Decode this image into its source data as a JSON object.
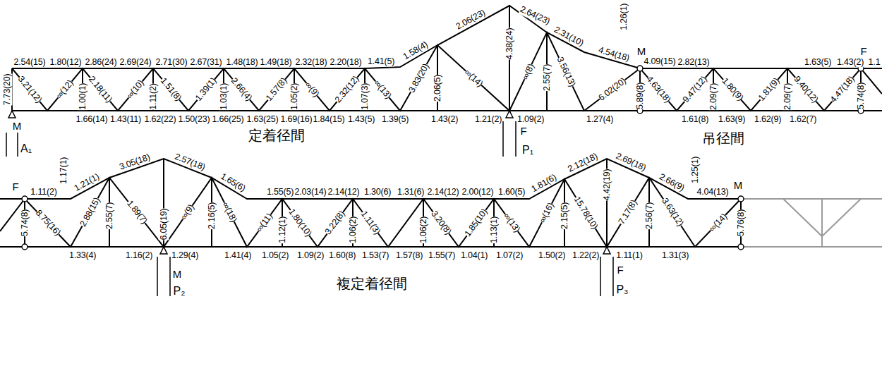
{
  "diagram": {
    "labels": [
      "7.73(20)",
      "2.54(15)",
      "1.80(12)",
      "2.86(24)",
      "2.69(24)",
      "2.71(30)",
      "2.67(31)",
      "1.48(18)",
      "1.49(18)",
      "2.32(18)",
      "2.20(18)",
      "1.41(5)",
      "1.58(4)",
      "2.06(23)",
      "2.64(23)",
      "2.31(10)",
      "1.26(1)",
      "4.54(18)",
      "M",
      "4.09(15)",
      "2.82(13)",
      "1.63(5)",
      "1.43(2)",
      "F",
      "1.1",
      "3.21(12)",
      "∞(12)",
      "1.00(1)",
      "2.18(11)",
      "∞(10)",
      "1.11(2)",
      "1.51(8)",
      "1.39(1)",
      "1.03(1)",
      "2.66(4)",
      "1.57(8)",
      "1.05(2)",
      "∞(9)",
      "2.32(12)",
      "1.07(3)",
      "∞(13)",
      "3.83(20)",
      "2.06(5)",
      "∞(14)",
      "4.38(24)",
      "∞(8)",
      "2.55(7)",
      "3.56(13)",
      "6.02(20)",
      "5.89(8)",
      "4.63(18)",
      "9.47(12)",
      "2.09(7)",
      "1.80(9)",
      "1.81(9)",
      "2.09(7)",
      "9.40(12)",
      "4.47(18)",
      "5.74(8)",
      "1.66(14)",
      "1.43(11)",
      "1.62(22)",
      "1.50(23)",
      "1.66(25)",
      "1.63(25)",
      "1.69(16)",
      "1.84(15)",
      "1.43(5)",
      "1.39(5)",
      "1.43(2)",
      "1.21(2)",
      "1.09(2)",
      "1.27(4)",
      "1.61(8)",
      "1.63(9)",
      "1.62(9)",
      "1.62(7)",
      "M",
      "A₁",
      "定着径間",
      "F",
      "P₁",
      "吊径間",
      "F",
      "1.11(2)",
      "1.17(1)",
      "1.21(1)",
      "3.05(18)",
      "2.57(18)",
      "1.65(6)",
      "1.55(5)",
      "2.03(14)",
      "2.14(12)",
      "1.30(6)",
      "1.31(6)",
      "2.14(12)",
      "2.00(12)",
      "1.60(5)",
      "1.81(6)",
      "2.12(18)",
      "2.69(18)",
      "2.66(9)",
      "1.25(1)",
      "4.04(13)",
      "M",
      "5.74(8)",
      "8.75(16)",
      "2.88(15)",
      "2.55(7)",
      "1.89(7)",
      "6.05(19)",
      "∞(9)",
      "2.16(5)",
      "∞(18)",
      "∞(11)",
      "1.12(1)",
      "1.80(10)",
      "3.22(8)",
      "1.06(2)",
      "1.11(3)",
      "1.06(2)",
      "3.20(8)",
      "1.85(10)",
      "1.13(1)",
      "∞(13)",
      "∞(16)",
      "2.15(5)",
      "15.78(10)",
      "4.42(19)",
      "7.17(8)",
      "2.56(7)",
      "3.63(12)",
      "∞(14)",
      "5.76(8)",
      "1.33(4)",
      "1.16(2)",
      "1.29(4)",
      "1.41(4)",
      "1.05(2)",
      "1.09(2)",
      "1.60(8)",
      "1.53(7)",
      "1.57(8)",
      "1.55(7)",
      "1.04(1)",
      "1.07(2)",
      "1.50(2)",
      "1.22(2)",
      "1.11(1)",
      "1.31(3)",
      "M",
      "P₂",
      "複定着径間",
      "F",
      "P₃"
    ]
  }
}
